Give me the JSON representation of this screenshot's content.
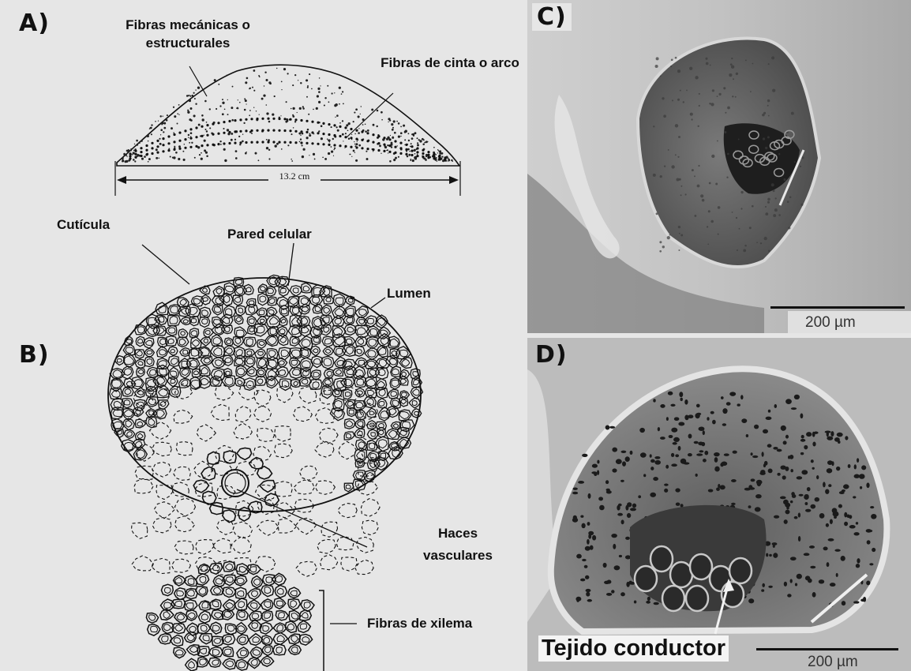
{
  "panels": {
    "a": {
      "letter": "A)",
      "fibras_mecanicas": "Fibras mecánicas o estructurales",
      "fibras_cinta": "Fibras de cinta o arco",
      "measure": "13.2 cm"
    },
    "b": {
      "letter": "B)",
      "cuticula": "Cutícula",
      "pared": "Pared celular",
      "lumen": "Lumen",
      "haces": "Haces vasculares",
      "xilema": "Fibras de xilema"
    },
    "c": {
      "letter": "C)",
      "scale": "200 µm"
    },
    "d": {
      "letter": "D)",
      "scale": "200 µm",
      "tejido": "Tejido conductor"
    }
  }
}
